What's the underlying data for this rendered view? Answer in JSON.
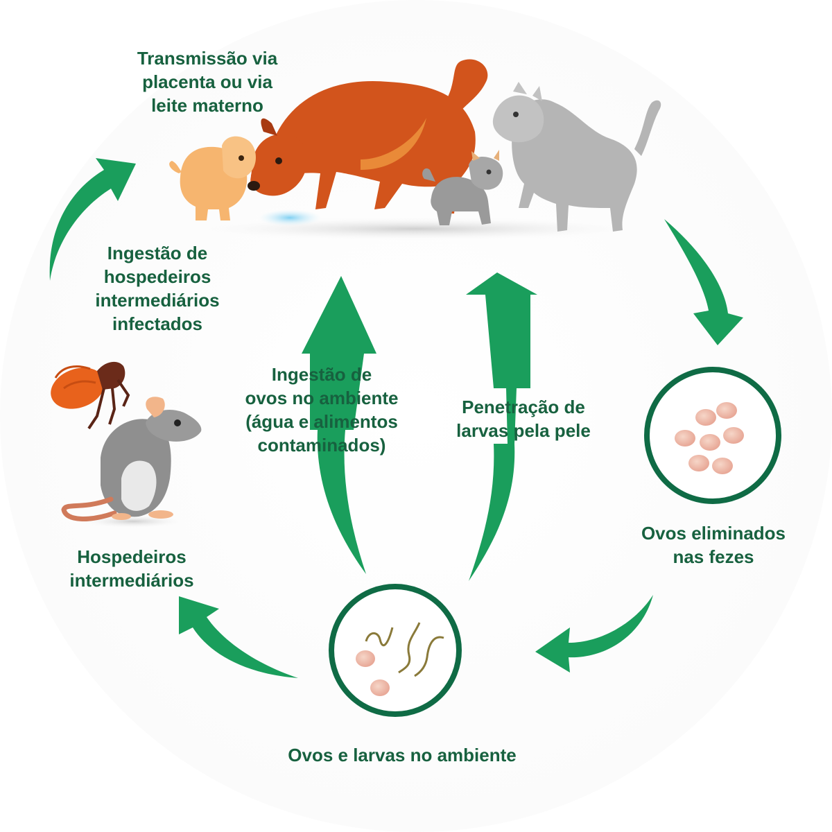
{
  "colors": {
    "label_green": "#17613f",
    "arrow_green": "#1a9e5c",
    "ring_green": "#0f6b45"
  },
  "stages": {
    "transmissao": {
      "lines": [
        "Transmissão via",
        "placenta ou via",
        "leite materno"
      ]
    },
    "ingestao_hospedeiros": {
      "lines": [
        "Ingestão de",
        "hospedeiros",
        "intermediários",
        "infectados"
      ]
    },
    "ingestao_ovos": {
      "lines": [
        "Ingestão de",
        "ovos no ambiente",
        "(água e alimentos",
        "contaminados)"
      ]
    },
    "penetracao": {
      "lines": [
        "Penetração de",
        "larvas pela pele"
      ]
    },
    "ovos_eliminados": {
      "lines": [
        "Ovos eliminados",
        "nas fezes"
      ]
    },
    "hospedeiros": {
      "lines": [
        "Hospedeiros",
        "intermediários"
      ]
    },
    "ovos_larvas": {
      "lines": [
        "Ovos e larvas no ambiente"
      ]
    }
  },
  "icons": {
    "animals": "dog-cat-puppy-kitten-illustration",
    "hosts": "flea-and-rat-illustration",
    "feces": "eggs-circle-icon",
    "environment": "eggs-and-larvae-circle-icon"
  }
}
